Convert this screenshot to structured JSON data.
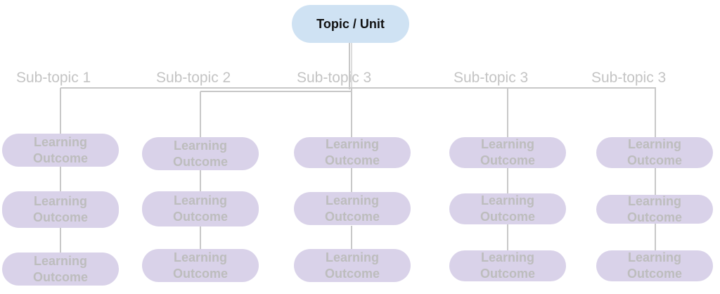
{
  "root": {
    "label": "Topic / Unit"
  },
  "subtopics": [
    {
      "label": "Sub-topic 1",
      "outcomes": [
        {
          "line1": "Learning",
          "line2": "Outcome"
        },
        {
          "line1": "Learning",
          "line2": "Outcome"
        },
        {
          "line1": "Learning",
          "line2": "Outcome"
        }
      ]
    },
    {
      "label": "Sub-topic 2",
      "outcomes": [
        {
          "line1": "Learning",
          "line2": "Outcome"
        },
        {
          "line1": "Learning",
          "line2": "Outcome"
        },
        {
          "line1": "Learning",
          "line2": "Outcome"
        }
      ]
    },
    {
      "label": "Sub-topic 3",
      "outcomes": [
        {
          "line1": "Learning",
          "line2": "Outcome"
        },
        {
          "line1": "Learning",
          "line2": "Outcome"
        },
        {
          "line1": "Learning",
          "line2": "Outcome"
        }
      ]
    },
    {
      "label": "Sub-topic 3",
      "outcomes": [
        {
          "line1": "Learning",
          "line2": "Outcome"
        },
        {
          "line1": "Learning",
          "line2": "Outcome"
        },
        {
          "line1": "Learning",
          "line2": "Outcome"
        }
      ]
    },
    {
      "label": "Sub-topic 3",
      "outcomes": [
        {
          "line1": "Learning",
          "line2": "Outcome"
        },
        {
          "line1": "Learning",
          "line2": "Outcome"
        },
        {
          "line1": "Learning",
          "line2": "Outcome"
        }
      ]
    }
  ],
  "colors": {
    "root_fill": "#cfe2f3",
    "outcome_fill": "#d9d2e9",
    "connector": "#c8c8c8",
    "faded_text": "#c4c4c4"
  }
}
